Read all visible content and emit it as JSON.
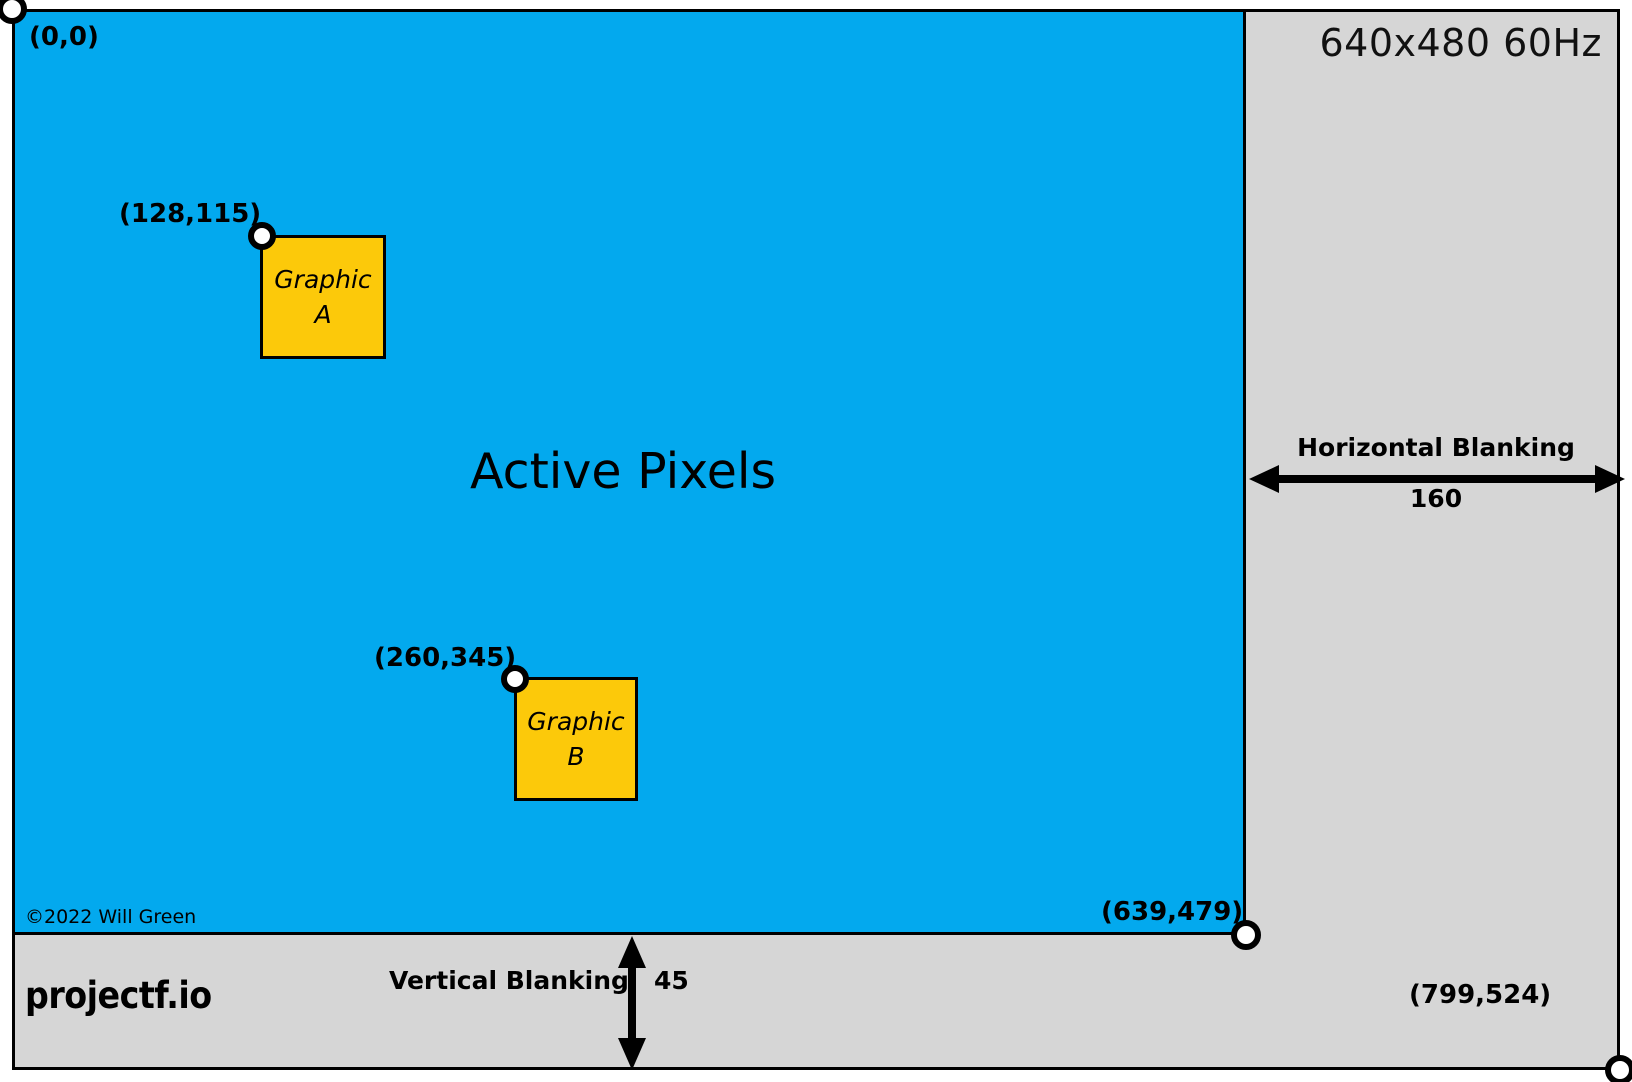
{
  "diagram": {
    "title": "640x480 60Hz",
    "active_region_label": "Active Pixels",
    "colors": {
      "active": "#03a9ee",
      "blanking": "#d6d6d6",
      "graphic": "#fcc90a",
      "outline": "#000000"
    },
    "corners": [
      {
        "name": "origin",
        "label": "(0,0)"
      },
      {
        "name": "active-bottom-right",
        "label": "(639,479)"
      },
      {
        "name": "frame-bottom-right",
        "label": "(799,524)"
      }
    ],
    "graphics": [
      {
        "name": "graphic-a",
        "line1": "Graphic",
        "line2": "A",
        "coord": "(128,115)"
      },
      {
        "name": "graphic-b",
        "line1": "Graphic",
        "line2": "B",
        "coord": "(260,345)"
      }
    ],
    "horizontal_blanking": {
      "label": "Horizontal Blanking",
      "value": "160"
    },
    "vertical_blanking": {
      "label": "Vertical Blanking",
      "value": "45"
    },
    "footer": {
      "copyright": "©2022 Will Green",
      "site": "projectf.io"
    }
  }
}
